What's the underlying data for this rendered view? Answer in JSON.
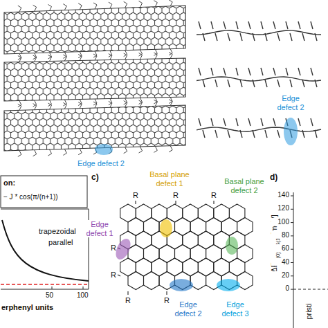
{
  "diagram": {
    "labels": [
      "Edge defect 2",
      "Edge defect 2",
      "on:",
      "− J * cos(π/(n+1))",
      "trapezoidal",
      "parallel",
      "50",
      "100",
      "erphenyl units",
      "c)",
      "R",
      "R",
      "R",
      "R",
      "R",
      "R",
      "R",
      "Edge defect 1",
      "Basal plane defect 1",
      "Basal plane defect 2",
      "Edge defect 2",
      "Edge defect 3",
      "d)",
      "ΔE",
      "S(0)→S(1)",
      "[meV]",
      "140",
      "120",
      "100",
      "80",
      "60",
      "40",
      "20",
      "0",
      "pristi"
    ]
  }
}
